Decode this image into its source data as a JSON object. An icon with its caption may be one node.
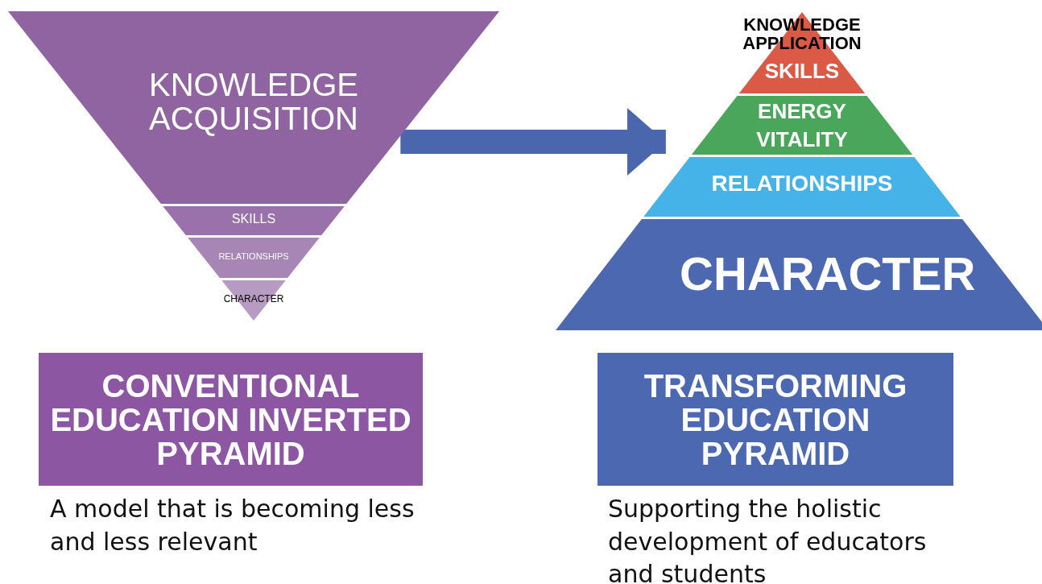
{
  "diagram": {
    "nodes": [
      {
        "text": [
          "KNOWLEDGE ACQUISITION"
        ]
      },
      {
        "text": [
          "SKILLS"
        ]
      },
      {
        "text": [
          "RELATIONSHIPS"
        ]
      },
      {
        "text": [
          "CHARACTER"
        ]
      },
      {
        "text": [
          "KNOWLEDGE APPLICATION",
          "SKILLS"
        ]
      },
      {
        "text": [
          "ENERGY VITALITY"
        ]
      },
      {
        "text": [
          "RELATIONSHIPS"
        ]
      },
      {
        "text": [
          "CHARACTER"
        ]
      },
      {
        "text": [
          "CONVENTIONAL EDUCATION INVERTED PYRAMID"
        ],
        "beside": [
          "A model that is becoming less and less relevant"
        ]
      },
      {
        "text": [
          "TRANSFORMING EDUCATION PYRAMID"
        ],
        "beside": [
          "Supporting the holistic development of educators and students"
        ]
      }
    ],
    "edges": [
      {
        "from": 0,
        "to": 5,
        "arrow": "to"
      }
    ]
  }
}
